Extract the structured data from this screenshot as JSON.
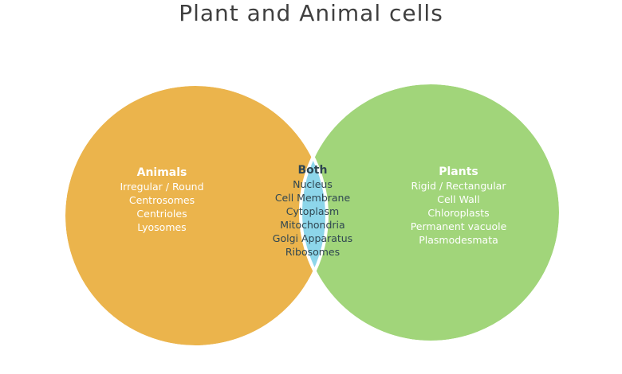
{
  "title": "Plant and Animal cells",
  "colors": {
    "animals": "#ebb44c",
    "plants": "#a1d57a",
    "both": "#8dd6ea",
    "outline": "#ffffff"
  },
  "animals": {
    "heading": "Animals",
    "items": [
      "Irregular / Round",
      "Centrosomes",
      "Centrioles",
      "Lyosomes"
    ]
  },
  "both": {
    "heading": "Both",
    "items": [
      "Nucleus",
      "Cell Membrane",
      "Cytoplasm",
      "Mitochondria",
      "Golgi Apparatus",
      "Ribosomes"
    ]
  },
  "plants": {
    "heading": "Plants",
    "items": [
      "Rigid / Rectangular",
      "Cell Wall",
      "Chloroplasts",
      "Permanent vacuole",
      "Plasmodesmata"
    ]
  }
}
